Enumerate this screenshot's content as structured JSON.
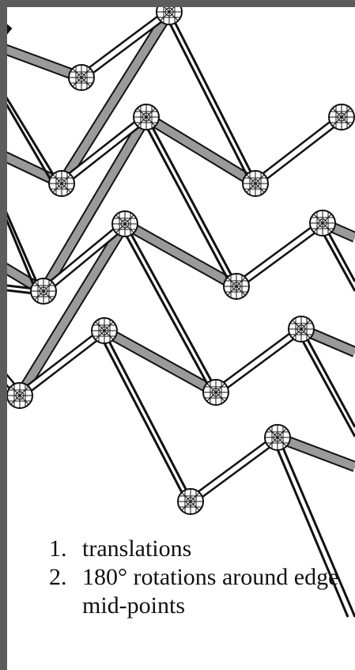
{
  "figure": {
    "list": [
      {
        "number": "1.",
        "text": "translations"
      },
      {
        "number": "2.",
        "text": "180° rotations around edge mid-points"
      }
    ]
  },
  "colors": {
    "background": "#ffffff",
    "frame": "#5c5c5c",
    "grey_rod": "#9a9a9a",
    "outline": "#111111"
  }
}
